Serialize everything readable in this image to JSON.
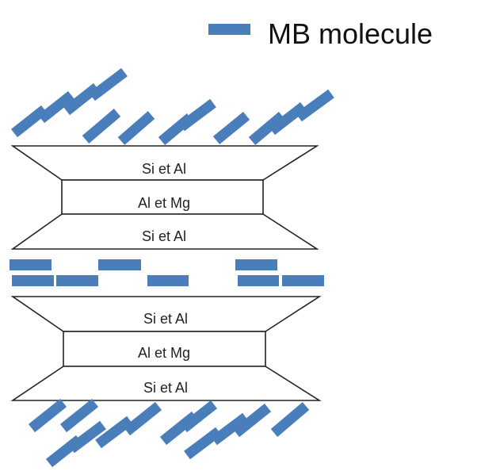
{
  "legend": {
    "label": "MB molecule",
    "color": "#4a7ebb"
  },
  "top_sheet": {
    "upper_tetrahedral": "Si et Al",
    "octahedral": "Al et Mg",
    "lower_tetrahedral": "Si et Al"
  },
  "bottom_sheet": {
    "upper_tetrahedral": "Si et Al",
    "octahedral": "Al et Mg",
    "lower_tetrahedral": "Si et Al"
  },
  "colors": {
    "molecule": "#4a7ebb",
    "outline": "#222222",
    "background": "#ffffff"
  }
}
